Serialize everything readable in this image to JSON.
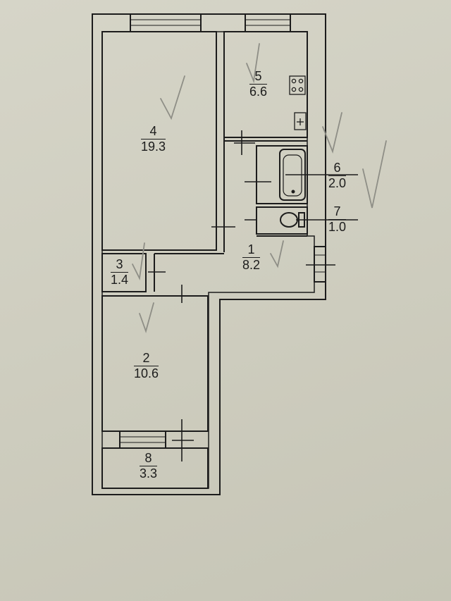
{
  "rooms": [
    {
      "id": "1",
      "number": "1",
      "area": "8.2"
    },
    {
      "id": "2",
      "number": "2",
      "area": "10.6"
    },
    {
      "id": "3",
      "number": "3",
      "area": "1.4"
    },
    {
      "id": "4",
      "number": "4",
      "area": "19.3"
    },
    {
      "id": "5",
      "number": "5",
      "area": "6.6"
    },
    {
      "id": "6",
      "number": "6",
      "area": "2.0"
    },
    {
      "id": "7",
      "number": "7",
      "area": "1.0"
    },
    {
      "id": "8",
      "number": "8",
      "area": "3.3"
    }
  ],
  "colors": {
    "ink": "#1c1c1c",
    "pencil": "#8e8e86",
    "paper": "#d2d1c3"
  }
}
